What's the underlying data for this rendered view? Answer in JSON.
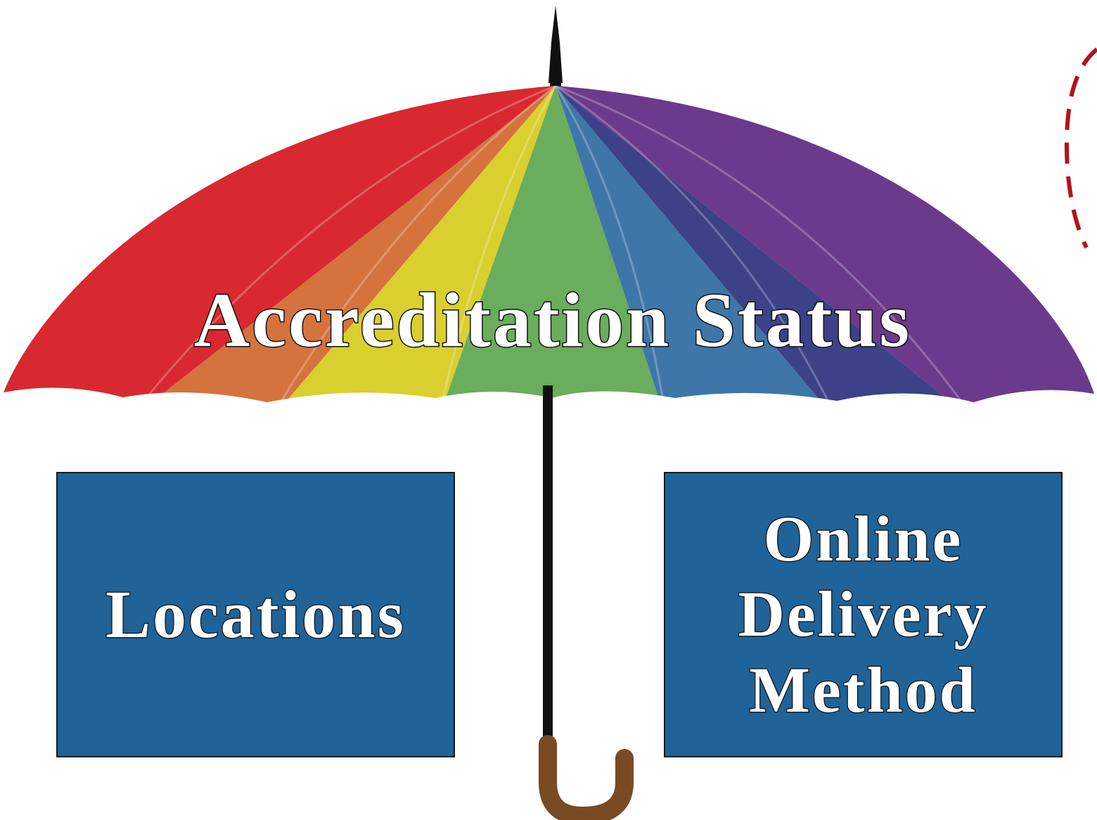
{
  "title": "Accreditation Status",
  "boxes": {
    "locations": {
      "label": "Locations"
    },
    "online": {
      "label": "Online\nDelivery\nMethod"
    }
  },
  "colors": {
    "stripes": [
      "#d7292f",
      "#d5733e",
      "#d9cf2e",
      "#6aad5c",
      "#3f76a8",
      "#3c4188",
      "#6b3a8c"
    ],
    "box_fill": "#1f6398",
    "shaft": "#111111",
    "handle": "#7a4a22",
    "callout": "#b4121b"
  },
  "icons": {
    "umbrella": "umbrella-icon"
  }
}
